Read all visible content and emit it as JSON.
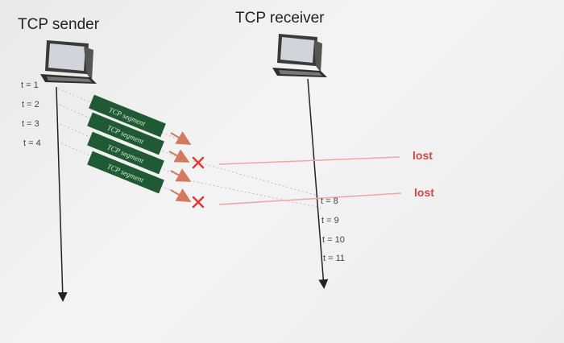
{
  "sender": {
    "title": "TCP sender",
    "ticks": [
      "t = 1",
      "t = 2",
      "t = 3",
      "t = 4"
    ]
  },
  "receiver": {
    "title": "TCP receiver",
    "ticks": [
      "t = 8",
      "t = 9",
      "t = 10",
      "t = 11"
    ]
  },
  "segments": [
    {
      "label": "TCP segment",
      "outcome": "sent"
    },
    {
      "label": "TCP segment",
      "outcome": "lost"
    },
    {
      "label": "TCP segment",
      "outcome": "sent"
    },
    {
      "label": "TCP segment",
      "outcome": "lost"
    }
  ],
  "loss_labels": [
    "lost",
    "lost"
  ],
  "colors": {
    "segment_fill": "#1f5a34",
    "arrow": "#d27a5e",
    "loss": "#e03a3a",
    "lost_text": "#d64545"
  },
  "icons": [
    "computer-icon"
  ]
}
